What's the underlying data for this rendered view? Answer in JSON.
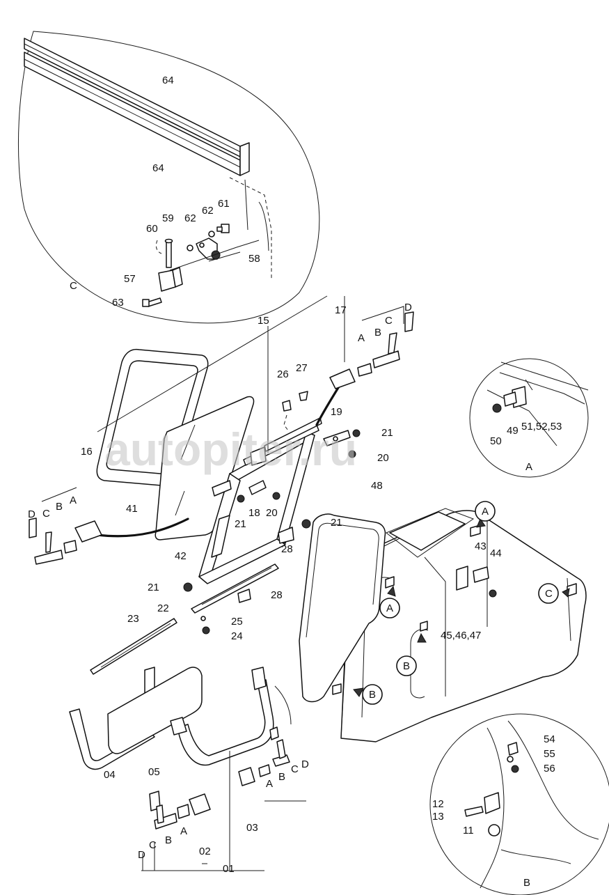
{
  "watermark": "autopiter.ru",
  "callouts": {
    "A": "A",
    "B": "B",
    "C": "C"
  },
  "labels": {
    "p64a": "64",
    "p64b": "64",
    "p59": "59",
    "p60": "60",
    "p61": "61",
    "p62a": "62",
    "p62b": "62",
    "p58": "58",
    "p57": "57",
    "p63": "63",
    "pC": "C",
    "p15": "15",
    "p17": "17",
    "kA": "A",
    "kB": "B",
    "kC": "C",
    "kD": "D",
    "p26": "26",
    "p27": "27",
    "p19": "19",
    "p21a": "21",
    "p20a": "20",
    "p16": "16",
    "lD": "D",
    "lC": "C",
    "lB": "B",
    "lA": "A",
    "p41": "41",
    "p42": "42",
    "p21b": "21",
    "p18": "18",
    "p20b": "20",
    "p21c": "21",
    "p28a": "28",
    "p21d": "21",
    "p28b": "28",
    "p22": "22",
    "p25": "25",
    "p24": "24",
    "p23": "23",
    "p48": "48",
    "p43": "43",
    "p44": "44",
    "p454647": "45,46,47",
    "p50": "50",
    "p49": "49",
    "p515253": "51,52,53",
    "pA": "A",
    "p04": "04",
    "p05": "05",
    "p03": "03",
    "p02": "02",
    "p01": "01",
    "bD": "D",
    "bC": "C",
    "bB": "B",
    "bA": "A",
    "cD": "D",
    "cC": "C",
    "cB": "B",
    "cA": "A",
    "p54": "54",
    "p55": "55",
    "p56": "56",
    "p12": "12",
    "p13": "13",
    "p11": "11",
    "pB": "B"
  }
}
